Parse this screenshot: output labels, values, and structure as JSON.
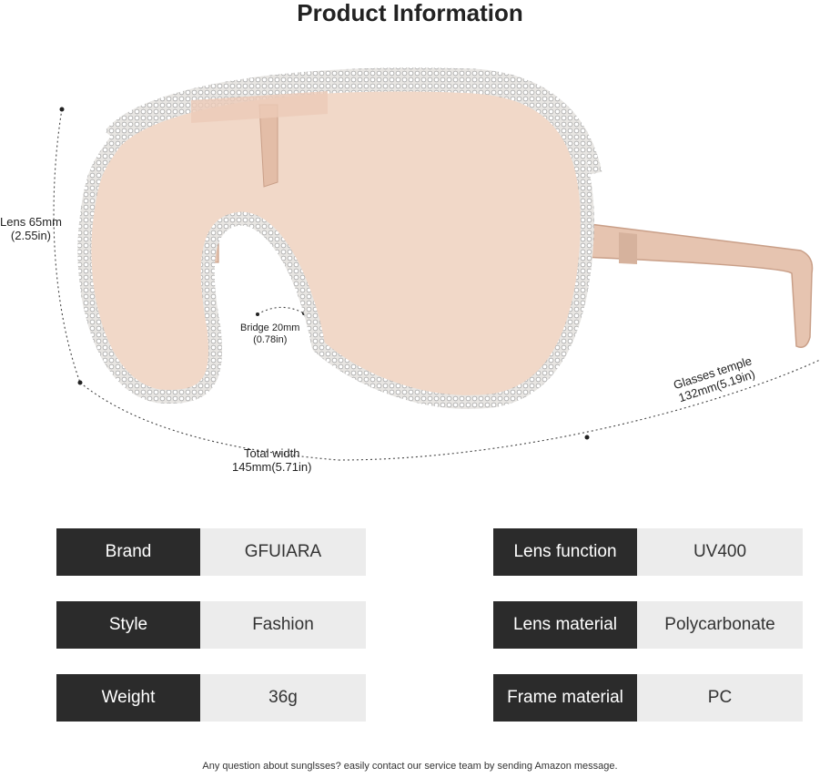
{
  "title": "Product Information",
  "dimensions": {
    "lens_line1": "Lens 65mm",
    "lens_line2": "(2.55in)",
    "bridge_line1": "Bridge 20mm",
    "bridge_line2": "(0.78in)",
    "width_line1": "Total width",
    "width_line2": "145mm(5.71in)",
    "temple_line1": "Glasses temple",
    "temple_line2": "132mm(5.19in)"
  },
  "specs": {
    "brand": {
      "key": "Brand",
      "value": "GFUIARA"
    },
    "style": {
      "key": "Style",
      "value": "Fashion"
    },
    "weight": {
      "key": "Weight",
      "value": "36g"
    },
    "lens_function": {
      "key": "Lens function",
      "value": "UV400"
    },
    "lens_material": {
      "key": "Lens material",
      "value": "Polycarbonate"
    },
    "frame_material": {
      "key": "Frame material",
      "value": "PC"
    }
  },
  "footer": "Any question about sunglsses? easily contact our service team by sending Amazon message.",
  "colors": {
    "lens": "#f0d6c6",
    "frame": "#e3c0ac",
    "rhinestone": "#cfcfcf",
    "label_bg": "#2b2b2b",
    "value_bg": "#ececec"
  }
}
